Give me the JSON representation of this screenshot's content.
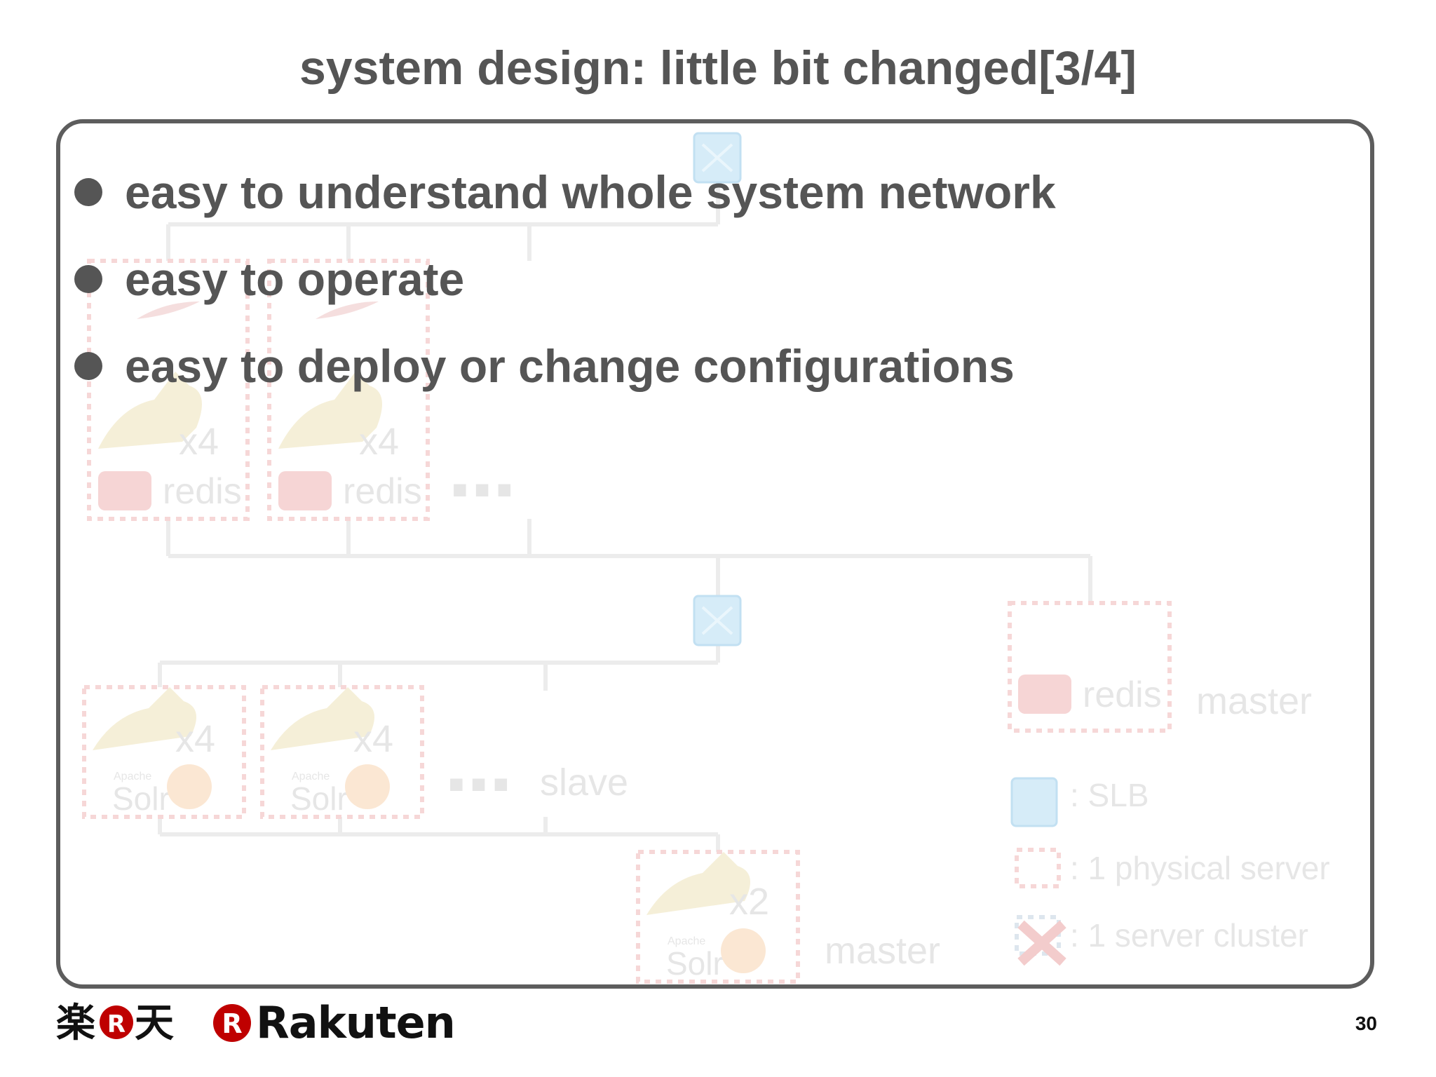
{
  "slide": {
    "title": "system design: little bit changed[3/4]",
    "page_number": "30"
  },
  "bullets": [
    "easy to understand whole system network",
    "easy to operate",
    "easy to deploy or change configurations"
  ],
  "diagram": {
    "multiplier_x4": "x4",
    "multiplier_x2": "x2",
    "redis_label": "redis",
    "solr_label": "Solr",
    "apache_label": "Apache",
    "ellipsis": "■ ■ ■",
    "slave_label": "slave",
    "master_label": "master",
    "legend": {
      "slb": ": SLB",
      "physical": ": 1 physical server",
      "cluster": ": 1 server cluster"
    }
  },
  "footer": {
    "logo_jp": "楽天",
    "logo_jp_first": "楽",
    "logo_jp_second": "天",
    "logo_en": "Rakuten",
    "logo_r": "R"
  },
  "colors": {
    "text": "#555555",
    "frame": "#5d5d5d",
    "brand_red": "#bf0000"
  }
}
